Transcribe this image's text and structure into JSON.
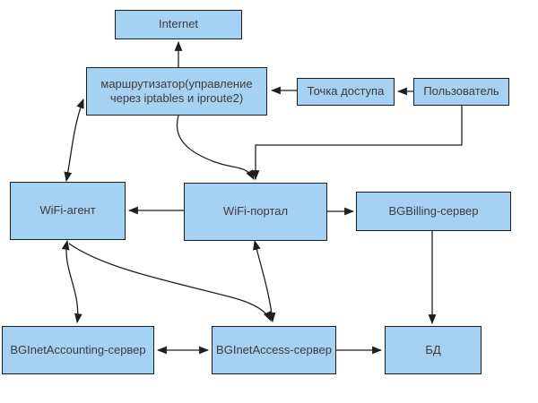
{
  "diagram": {
    "background": "#ffffff",
    "node_fill": "#a5d1f3",
    "node_border": "#1c1c1c",
    "connector_color": "#1f1f1f",
    "text_color": "#3c3c3c",
    "nodes": {
      "internet": {
        "label": "Internet"
      },
      "router": {
        "label": "маршрутизатор(управление через iptables и iproute2)"
      },
      "access_point": {
        "label": "Точка доступа"
      },
      "user": {
        "label": "Пользователь"
      },
      "wifi_agent": {
        "label": "WiFi-агент"
      },
      "wifi_portal": {
        "label": "WiFi-портал"
      },
      "bgbilling_server": {
        "label": "BGBilling-сервер"
      },
      "bginetaccounting_server": {
        "label": "BGInetAccounting-сервер"
      },
      "bginetaccess_server": {
        "label": "BGInetAccess-сервер"
      },
      "db": {
        "label": "БД"
      }
    },
    "edges": [
      {
        "from": "маршрутизатор",
        "to": "Internet",
        "arrows": "forward"
      },
      {
        "from": "Точка доступа",
        "to": "маршрутизатор",
        "arrows": "forward"
      },
      {
        "from": "Пользователь",
        "to": "Точка доступа",
        "arrows": "forward"
      },
      {
        "from": "Пользователь",
        "to": "WiFi-портал",
        "arrows": "forward"
      },
      {
        "from": "маршрутизатор",
        "to": "WiFi-портал",
        "arrows": "forward"
      },
      {
        "from": "WiFi-агент",
        "to": "маршрутизатор",
        "arrows": "both"
      },
      {
        "from": "WiFi-портал",
        "to": "WiFi-агент",
        "arrows": "forward"
      },
      {
        "from": "WiFi-портал",
        "to": "BGBilling-сервер",
        "arrows": "forward"
      },
      {
        "from": "BGBilling-сервер",
        "to": "БД",
        "arrows": "forward"
      },
      {
        "from": "WiFi-агент",
        "to": "BGInetAccounting-сервер",
        "arrows": "both"
      },
      {
        "from": "WiFi-агент",
        "to": "BGInetAccess-сервер",
        "arrows": "forward"
      },
      {
        "from": "WiFi-портал",
        "to": "BGInetAccess-сервер",
        "arrows": "both"
      },
      {
        "from": "BGInetAccounting-сервер",
        "to": "BGInetAccess-сервер",
        "arrows": "both"
      },
      {
        "from": "BGInetAccess-сервер",
        "to": "БД",
        "arrows": "forward"
      }
    ]
  }
}
